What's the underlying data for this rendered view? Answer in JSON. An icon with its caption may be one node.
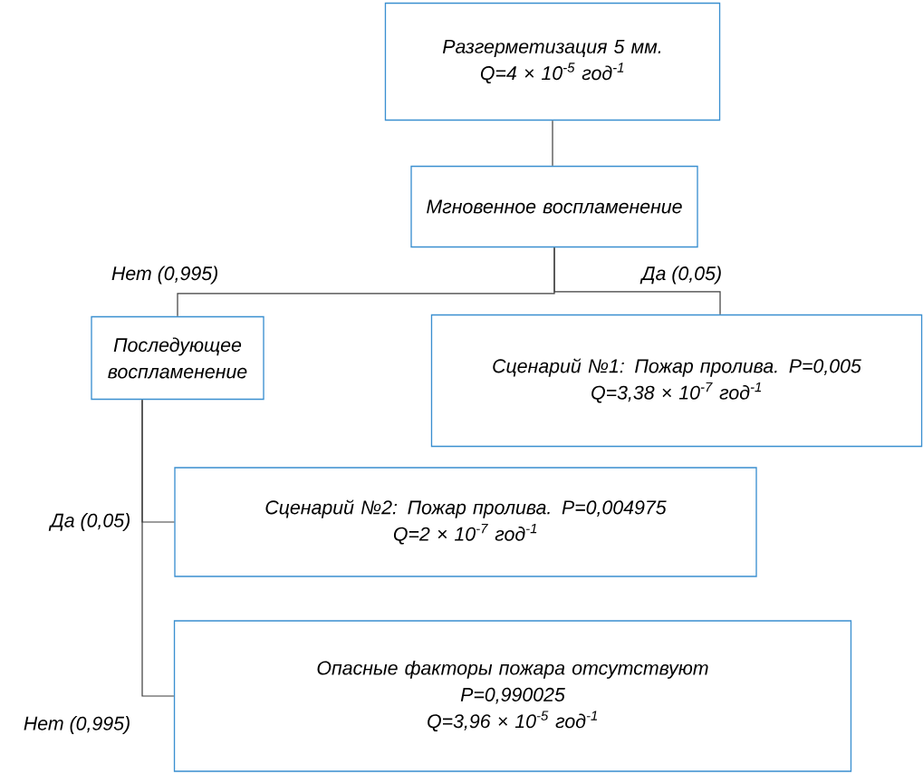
{
  "diagram": {
    "nodes": [
      {
        "text": [
          "Разгерметизация 5 мм.",
          "Q=4 × 10$^{-5}$ год$^{-1}$"
        ]
      },
      {
        "text": [
          "Мгновенное воспламенение"
        ]
      },
      {
        "text": [
          "Последующее воспламенение"
        ]
      },
      {
        "text": [
          "Сценарий №1: Пожар пролива. P=0,005",
          "Q=3,38 × 10$^{-7}$ год$^{-1}$"
        ]
      },
      {
        "text": [
          "Сценарий №2: Пожар пролива. P=0,004975",
          "Q=2 × 10$^{-7}$ год$^{-1}$"
        ]
      },
      {
        "text": [
          "Опасные факторы пожара отсутствуют",
          "P=0,990025",
          "Q=3,96 × 10$^{-5}$ год$^{-1}$"
        ]
      }
    ],
    "edges": [
      {
        "from": 0,
        "to": 1,
        "arrow": "none"
      },
      {
        "from": 1,
        "to": 2,
        "arrow": "none",
        "label": "Нет (0,995)"
      },
      {
        "from": 1,
        "to": 3,
        "arrow": "none",
        "label": "Да (0,05)"
      },
      {
        "from": 2,
        "to": 4,
        "arrow": "none",
        "label": "Да (0,05)"
      },
      {
        "from": 2,
        "to": 5,
        "arrow": "none",
        "label": "Нет (0,995)"
      }
    ]
  }
}
